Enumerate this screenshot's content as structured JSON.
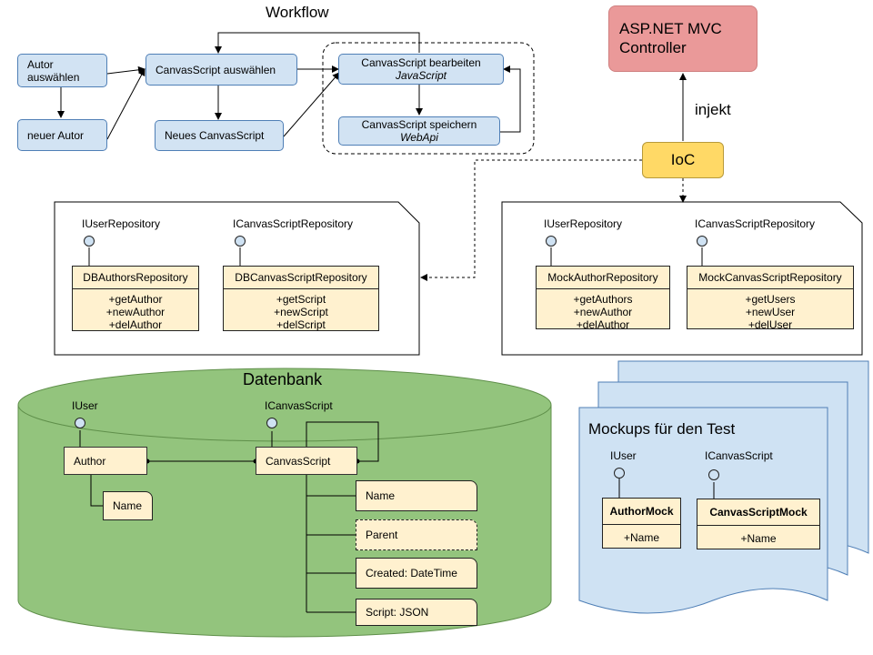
{
  "title": "Workflow",
  "workflow": {
    "autor_auswaehlen": "Autor auswählen",
    "neuer_autor": "neuer Autor",
    "canvasscript_auswaehlen": "CanvasScript auswählen",
    "neues_canvasscript": "Neues CanvasScript",
    "bearbeiten": {
      "label": "CanvasScript bearbeiten",
      "tech": "JavaScript"
    },
    "speichern": {
      "label": "CanvasScript speichern",
      "tech": "WebApi"
    }
  },
  "controller": {
    "line1": "ASP.NET MVC",
    "line2": "Controller"
  },
  "inject_label": "injekt",
  "ioc_label": "IoC",
  "db_repositories": {
    "user_interface": "IUserRepository",
    "script_interface": "ICanvasScriptRepository",
    "authors_class": {
      "name": "DBAuthorsRepository",
      "ops": [
        "+getAuthor",
        "+newAuthor",
        "+delAuthor"
      ]
    },
    "script_class": {
      "name": "DBCanvasScriptRepository",
      "ops": [
        "+getScript",
        "+newScript",
        "+delScript"
      ]
    }
  },
  "mock_repositories": {
    "user_interface": "IUserRepository",
    "script_interface": "ICanvasScriptRepository",
    "author_class": {
      "name": "MockAuthorRepository",
      "ops": [
        "+getAuthors",
        "+newAuthor",
        "+delAuthor"
      ]
    },
    "script_class": {
      "name": "MockCanvasScriptRepository",
      "ops": [
        "+getUsers",
        "+newUser",
        "+delUser"
      ]
    }
  },
  "database": {
    "title": "Datenbank",
    "user_interface": "IUser",
    "script_interface": "ICanvasScript",
    "author_entity": "Author",
    "author_attr": "Name",
    "script_entity": "CanvasScript",
    "script_attrs": [
      "Name",
      "Parent",
      "Created: DateTime",
      "Script: JSON"
    ]
  },
  "mockups": {
    "title": "Mockups für den Test",
    "user_interface": "IUser",
    "script_interface": "ICanvasScript",
    "author_mock": {
      "name": "AuthorMock",
      "attr": "+Name"
    },
    "script_mock": {
      "name": "CanvasScriptMock",
      "attr": "+Name"
    }
  },
  "colors": {
    "workflow_fill": "#d2e3f3",
    "class_fill": "#fff1cf",
    "controller_fill": "#ea9999",
    "ioc_fill": "#ffd966",
    "database_fill": "#93c47d",
    "mockup_fill": "#cfe2f3"
  }
}
